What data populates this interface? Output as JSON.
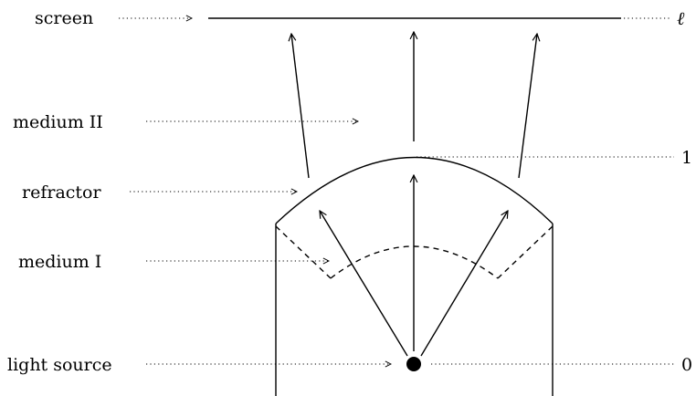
{
  "labels": {
    "screen": "screen",
    "medium_ii": "medium II",
    "refractor": "refractor",
    "medium_i": "medium I",
    "light_source": "light source"
  },
  "markers": {
    "screen_level": "ℓ",
    "refractor_level": "1",
    "source_level": "0"
  }
}
